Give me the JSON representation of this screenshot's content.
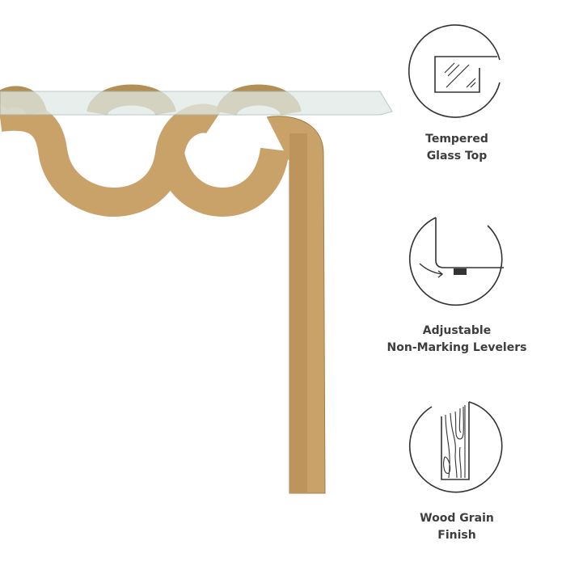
{
  "features": [
    {
      "icon": "glass-top-icon",
      "line1": "Tempered",
      "line2": "Glass Top"
    },
    {
      "icon": "leveler-icon",
      "line1": "Adjustable",
      "line2": "Non-Marking Levelers"
    },
    {
      "icon": "wood-grain-icon",
      "line1": "Wood Grain",
      "line2": "Finish"
    }
  ],
  "colors": {
    "wood": "#c9a26a",
    "wood_dark": "#a07c44",
    "glass": "#dfe9e6",
    "icon_stroke": "#333333",
    "text": "#3d3d3d"
  }
}
